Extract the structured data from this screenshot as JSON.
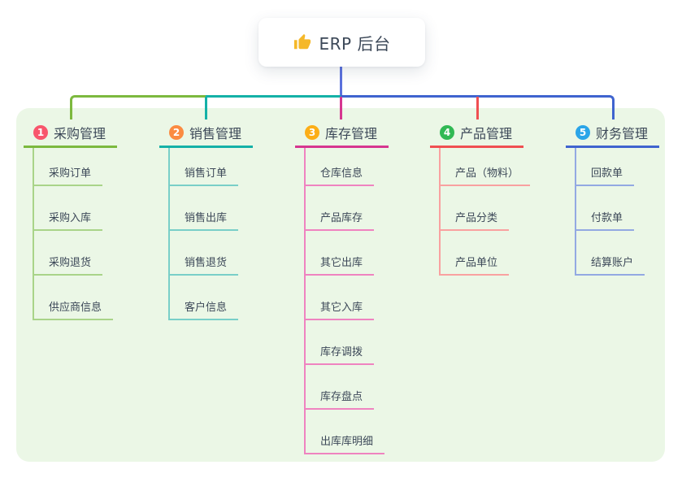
{
  "root": {
    "label": "ERP 后台",
    "icon": "thumbs-up-icon"
  },
  "colors": {
    "panel_bg": "#ebf7e6",
    "root_connector": "#5b71dd",
    "node_text": "#3c4858"
  },
  "branches": [
    {
      "num": "1",
      "label": "采购管理",
      "badge_color": "#f8566c",
      "line_color": "#7cb93e",
      "light_color": "#a9d489",
      "children": [
        "采购订单",
        "采购入库",
        "采购退货",
        "供应商信息"
      ]
    },
    {
      "num": "2",
      "label": "销售管理",
      "badge_color": "#fb8b41",
      "line_color": "#14b1a7",
      "light_color": "#79cfc8",
      "children": [
        "销售订单",
        "销售出库",
        "销售退货",
        "客户信息"
      ]
    },
    {
      "num": "3",
      "label": "库存管理",
      "badge_color": "#fcae17",
      "line_color": "#d63690",
      "light_color": "#ef83c0",
      "children": [
        "仓库信息",
        "产品库存",
        "其它出库",
        "其它入库",
        "库存调拨",
        "库存盘点",
        "出库库明细"
      ]
    },
    {
      "num": "4",
      "label": "产品管理",
      "badge_color": "#31b954",
      "line_color": "#f04f52",
      "light_color": "#f9a1a0",
      "children": [
        "产品（物料）",
        "产品分类",
        "产品单位"
      ]
    },
    {
      "num": "5",
      "label": "财务管理",
      "badge_color": "#2ba5e8",
      "line_color": "#3f64cf",
      "light_color": "#93a9e2",
      "children": [
        "回款单",
        "付款单",
        "结算账户"
      ]
    }
  ]
}
